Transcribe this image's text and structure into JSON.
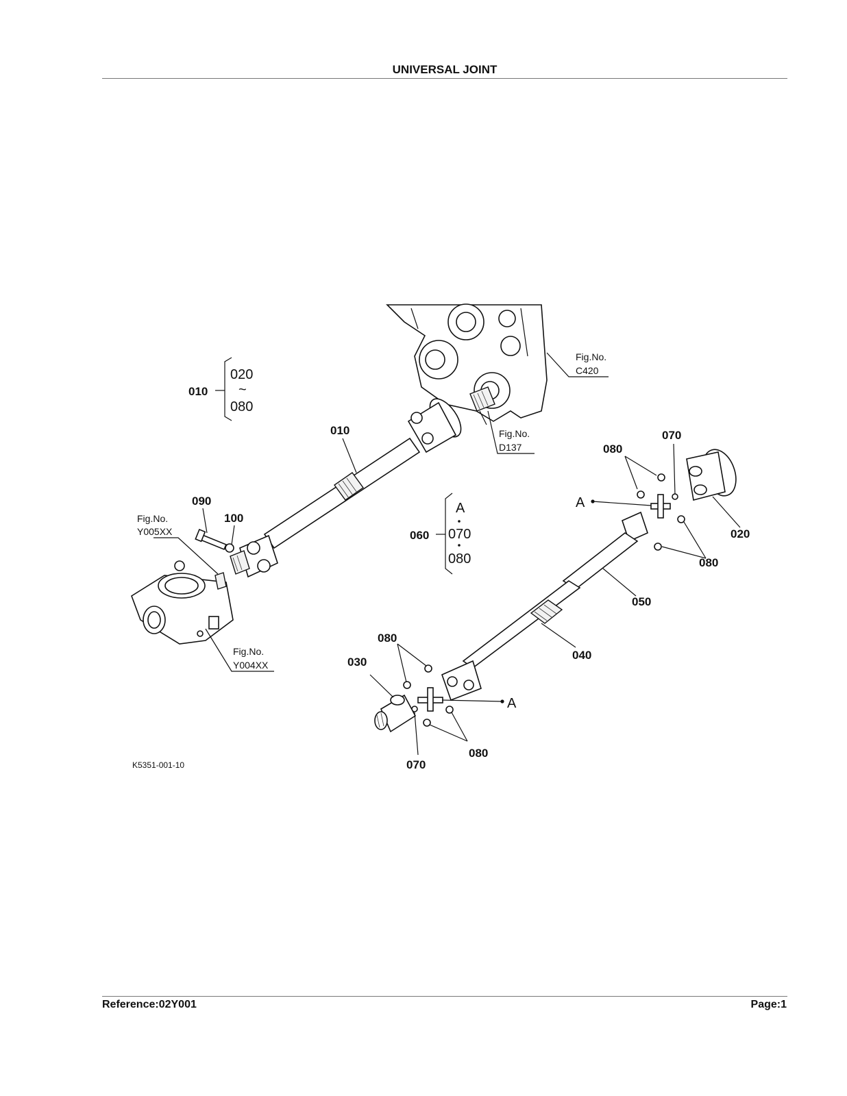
{
  "header": {
    "title": "UNIVERSAL JOINT"
  },
  "footer": {
    "reference": "Reference:02Y001",
    "page": "Page:1"
  },
  "diagram": {
    "code": "K5351-001-10",
    "callouts": {
      "p010_group": "010",
      "p010_shaft": "010",
      "p020": "020",
      "p030": "030",
      "p040": "040",
      "p050": "050",
      "p060": "060",
      "p070_top": "070",
      "p070_bottom": "070",
      "p080_top_left": "080",
      "p080_top_right": "080",
      "p080_bottom_left": "080",
      "p080_bottom_right": "080",
      "p090": "090",
      "p100": "100"
    },
    "group_010": {
      "from": "020",
      "sep": "~",
      "to": "080"
    },
    "group_060": {
      "a": "A",
      "b": "070",
      "c": "080"
    },
    "markers": {
      "a_top": "A",
      "a_bottom": "A"
    },
    "fig_refs": {
      "c420": {
        "label": "Fig.No.",
        "code": "C420"
      },
      "d137": {
        "label": "Fig.No.",
        "code": "D137"
      },
      "y005": {
        "label": "Fig.No.",
        "code": "Y005XX"
      },
      "y004": {
        "label": "Fig.No.",
        "code": "Y004XX"
      }
    }
  }
}
